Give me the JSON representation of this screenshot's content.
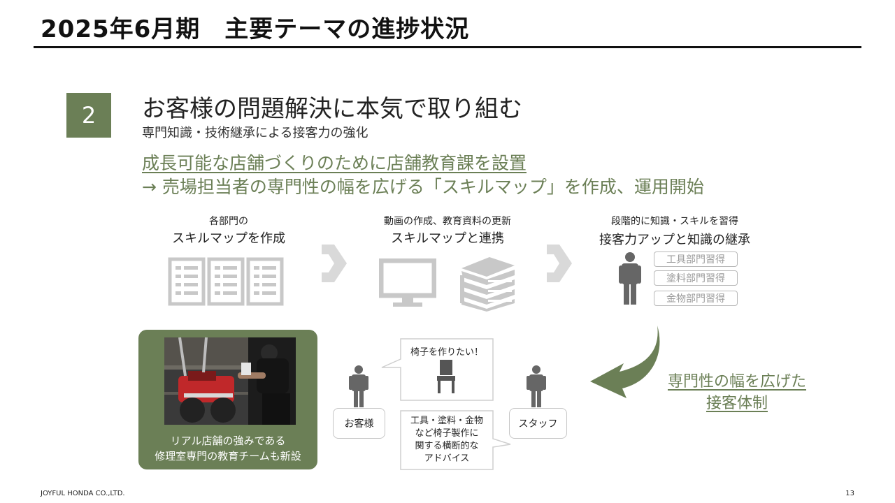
{
  "title": "2025年6月期　主要テーマの進捗状況",
  "section_number": "2",
  "heading": "お客様の問題解決に本気で取り組む",
  "subheading": "専門知識・技術継承による接客力の強化",
  "lead_line1": "成長可能な店舗づくりのために店舗教育課を設置",
  "lead_line2": "→ 売場担当者の専門性の幅を広げる「スキルマップ」を作成、運用開始",
  "steps": [
    {
      "small": "各部門の",
      "big": "スキルマップを作成"
    },
    {
      "small": "動画の作成、教育資料の更新",
      "big": "スキルマップと連携"
    },
    {
      "small": "段階的に知識・スキルを習得",
      "big": "接客力アップと知識の継承"
    }
  ],
  "skill_badges": [
    "工具部門習得",
    "塗料部門習得",
    "金物部門習得"
  ],
  "panel": {
    "line1": "リアル店舗の強みである",
    "line2": "修理室専門の教育チームも新設"
  },
  "customer_label": "お客様",
  "staff_label": "スタッフ",
  "bubble_request": "椅子を作りたい！",
  "bubble_advice": [
    "工具・塗料・金物",
    "など椅子製作に",
    "関する横断的な",
    "アドバイス"
  ],
  "conclusion": [
    "専門性の幅を広げた",
    "接客体制"
  ],
  "footer_company": "JOYFUL HONDA CO.,LTD.",
  "page_number": "13",
  "icons": {
    "skillmap": "document-list-icon",
    "video": "monitor-icon",
    "materials": "books-icon",
    "person": "person-icon",
    "chair": "chair-icon",
    "arrow": "chevron-arrow-icon"
  },
  "colors": {
    "accent_green": "#6b7f56",
    "gray_icon": "#c8c8c8",
    "dark_icon": "#666666"
  }
}
